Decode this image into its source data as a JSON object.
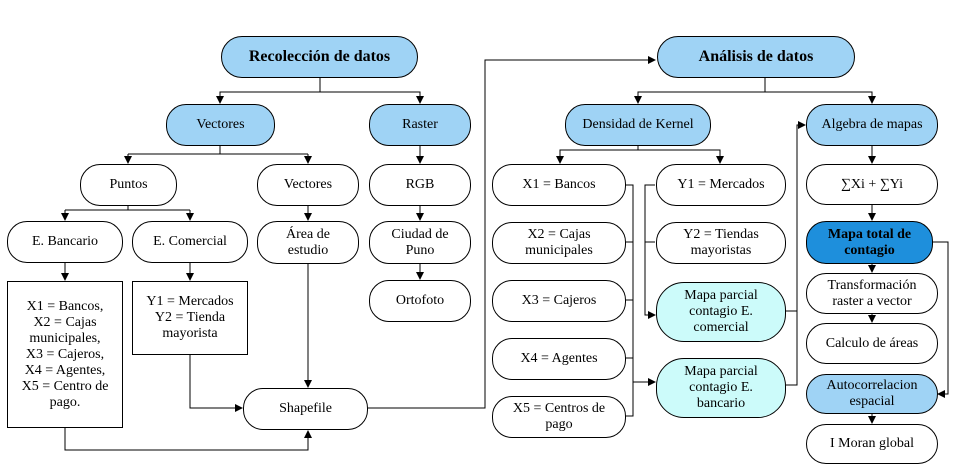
{
  "nodes": {
    "recoleccion": "Recolección de datos",
    "analisis": "Análisis de datos",
    "vectores_top": "Vectores",
    "raster": "Raster",
    "puntos": "Puntos",
    "vectores_sub": "Vectores",
    "rgb": "RGB",
    "e_bancario": "E. Bancario",
    "e_comercial": "E. Comercial",
    "area_estudio": "Área de\nestudio",
    "ciudad_puno": "Ciudad de\nPuno",
    "ortofoto": "Ortofoto",
    "bancario_list": "X1 = Bancos,\nX2 = Cajas\nmunicipales,\nX3 = Cajeros,\nX4 = Agentes,\nX5 = Centro de\npago.",
    "comercial_list": "Y1 = Mercados\nY2 = Tienda\nmayorista",
    "shapefile": "Shapefile",
    "densidad_kernel": "Densidad de Kernel",
    "x1": "X1 = Bancos",
    "x2": "X2 = Cajas\nmunicipales",
    "x3": "X3 = Cajeros",
    "x4": "X4 = Agentes",
    "x5": "X5 = Centros de\npago",
    "y1": "Y1 = Mercados",
    "y2": "Y2 = Tiendas\nmayoristas",
    "mapa_comercial": "Mapa parcial\ncontagio E.\ncomercial",
    "mapa_bancario": "Mapa parcial\ncontagio E.\nbancario",
    "algebra": "Algebra de mapas",
    "suma": "∑Xi + ∑Yi",
    "mapa_total": "Mapa total de\ncontagio",
    "transformacion": "Transformación\nraster a vector",
    "calculo": "Calculo de áreas",
    "autocorrelacion": "Autocorrelacion\nespacial",
    "moran": "I Moran global"
  },
  "colors": {
    "light_blue": "#9fd3f5",
    "dark_blue": "#1e8fdc",
    "cyan": "#ccfbfa",
    "line": "#000000"
  }
}
